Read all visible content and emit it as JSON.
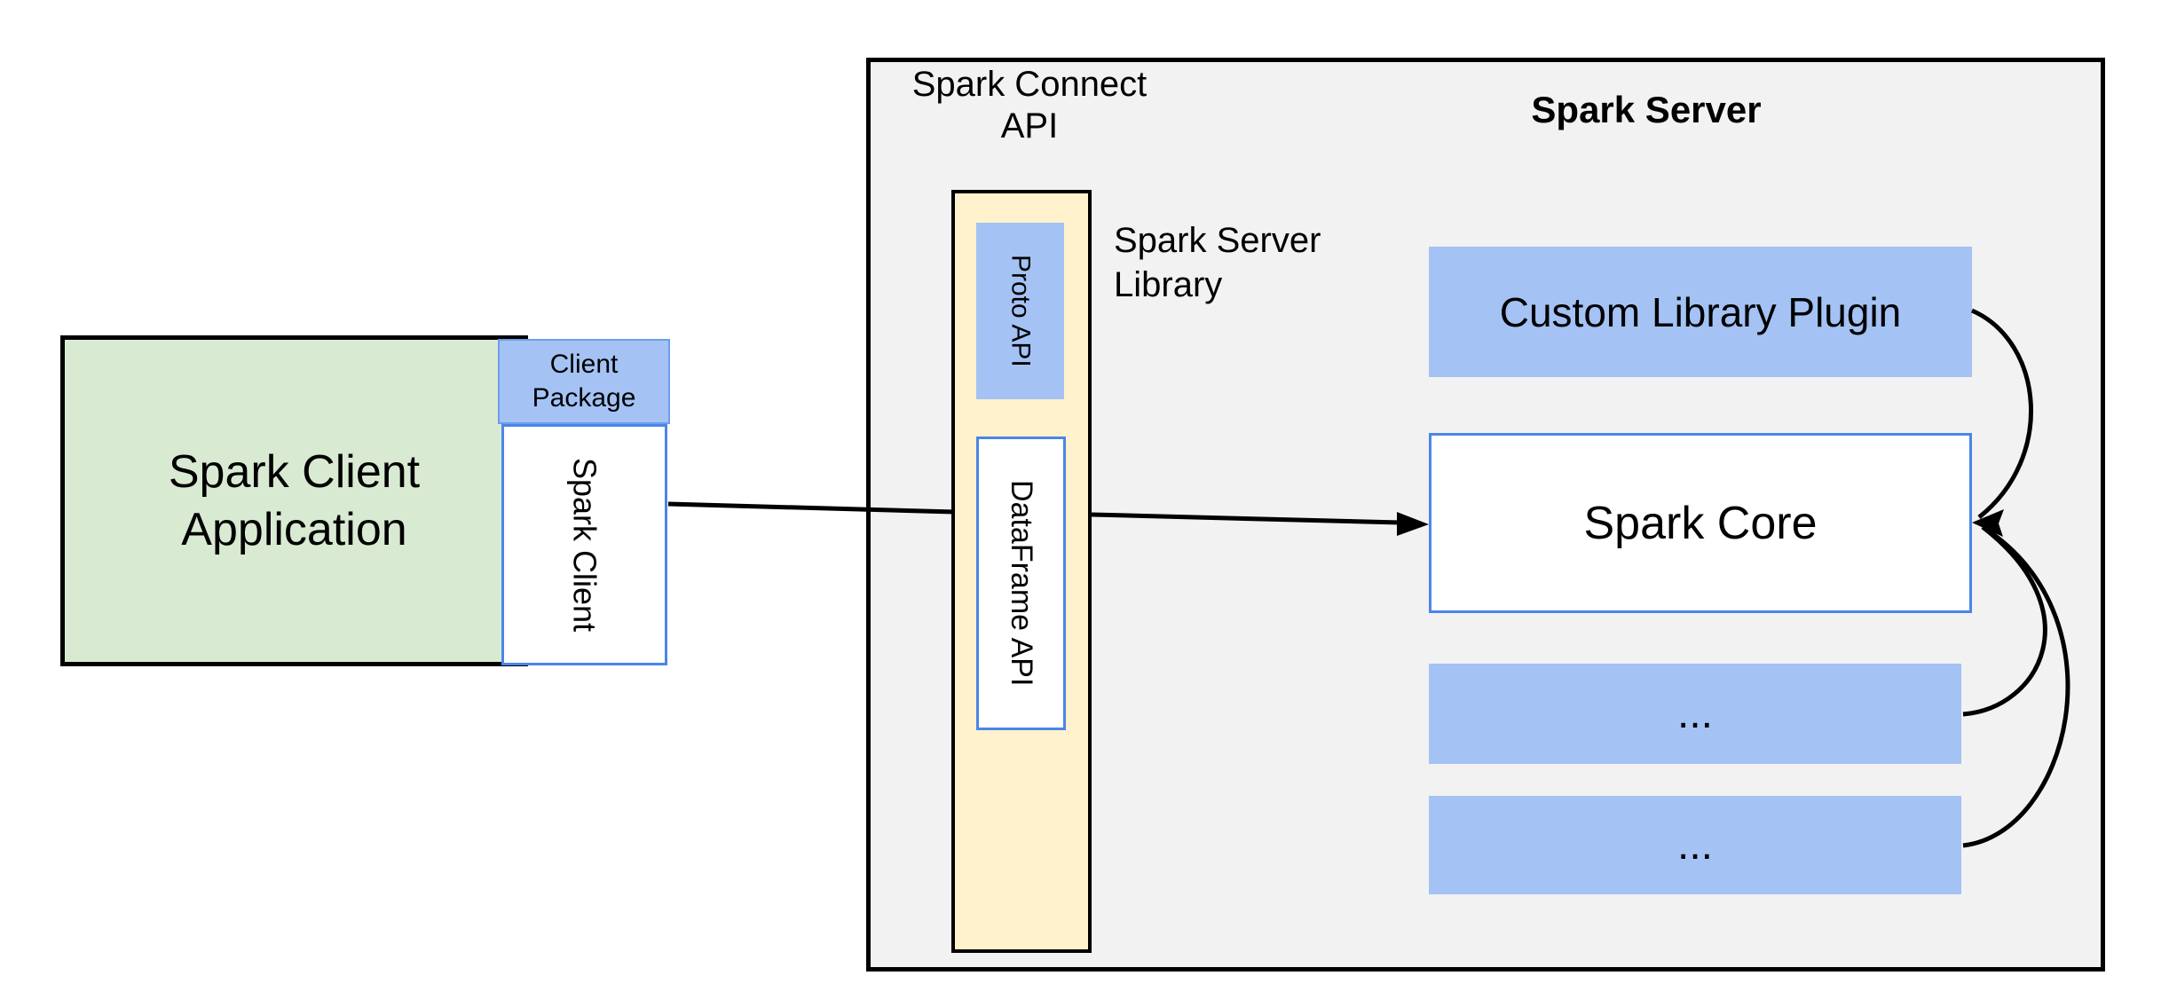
{
  "diagram": {
    "client_app": {
      "label": "Spark Client\nApplication"
    },
    "client_package": {
      "label": "Client\nPackage"
    },
    "spark_client": {
      "label": "Spark Client"
    },
    "connect_api": {
      "label": "Spark Connect\nAPI"
    },
    "server_library": {
      "proto_api_label": "Proto API",
      "dataframe_api_label": "DataFrame API",
      "label": "Spark Server\nLibrary"
    },
    "server": {
      "title": "Spark Server",
      "custom_plugin_label": "Custom Library Plugin",
      "core_label": "Spark Core",
      "placeholder_plugin_1": "...",
      "placeholder_plugin_2": "..."
    }
  },
  "colors": {
    "client_app_fill": "#d9ead3",
    "plugin_fill": "#a4c2f4",
    "plugin_border": "#6d9eeb",
    "library_fill": "#fff2cc",
    "server_fill": "#f2f2f2",
    "box_border_blue": "#4a86e8",
    "outline_black": "#000000",
    "background": "#ffffff"
  }
}
